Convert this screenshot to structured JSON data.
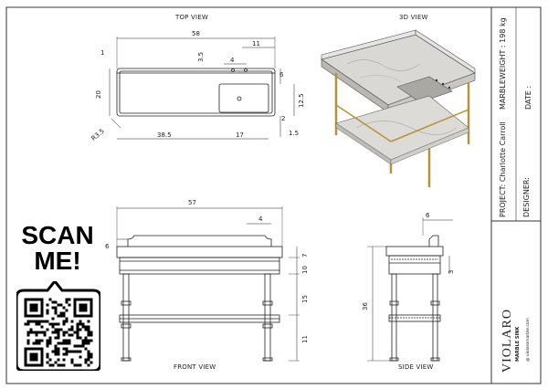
{
  "views": {
    "top": "TOP VIEW",
    "iso": "3D VIEW",
    "front": "FRONT VIEW",
    "side": "SIDE VIEW"
  },
  "title_block": {
    "marble_weight": "MARBLEWEIGHT : 198 kg",
    "date": "DATE :",
    "project": "PROJECT: Charlotte Carroll",
    "designer": "DESIGNER:"
  },
  "top_dims": {
    "overall": "58",
    "right": "11",
    "tap": "3.5",
    "tap2": "4",
    "edge": "1",
    "depth": "20",
    "right_h": "12.5",
    "radius": "R3.5",
    "left_len": "38.5",
    "sink": "17",
    "r1": "6",
    "r2": "2",
    "r3": "1.5"
  },
  "front_dims": {
    "overall": "57",
    "backsplash": "4",
    "left": "6",
    "d1": "7",
    "d2": "10",
    "d3": "15",
    "d4": "11"
  },
  "side_dims": {
    "top": "6",
    "height": "36",
    "right": "3"
  },
  "scan": {
    "line1": "SCAN",
    "line2": "ME!"
  },
  "logo": {
    "brand": "VIOLARO",
    "sub": "MARBLE SINK",
    "contact": "@ violaromarble.com"
  }
}
